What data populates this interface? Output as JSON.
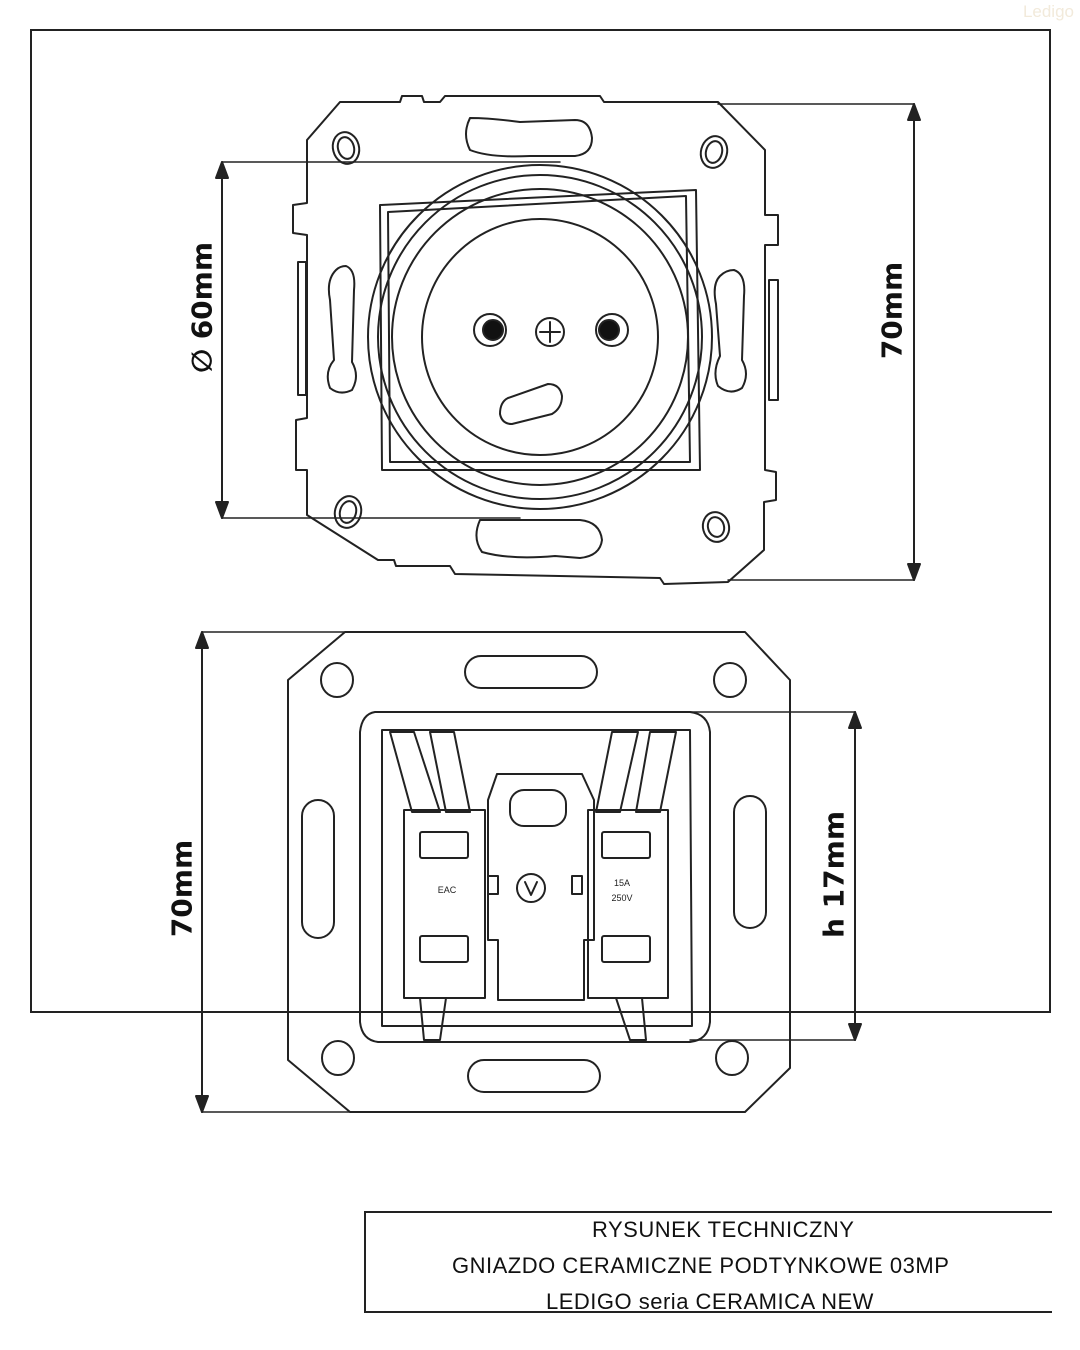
{
  "watermark": "Ledigo",
  "dimensions": {
    "front_diameter": "∅ 60mm",
    "front_height": "70mm",
    "back_height": "70mm",
    "back_depth": "h 17mm"
  },
  "mechanism_markings": {
    "left": "EAC",
    "right_current": "15A",
    "right_voltage": "250V"
  },
  "title_block": {
    "line1": "RYSUNEK TECHNICZNY",
    "line2": "GNIAZDO CERAMICZNE PODTYNKOWE 03MP",
    "line3": "LEDIGO seria CERAMICA NEW"
  }
}
